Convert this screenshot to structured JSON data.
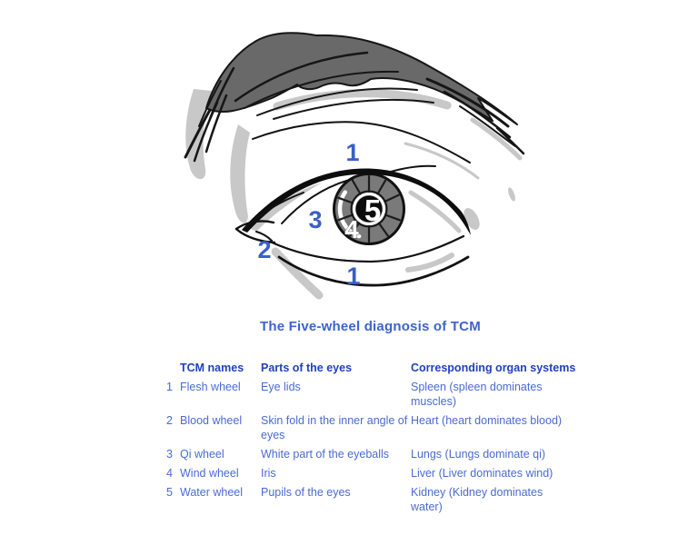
{
  "title": "The Five-wheel diagnosis of TCM",
  "eye_labels": {
    "upper_eyelid": "1",
    "lower_eyelid": "1",
    "inner_corner": "2",
    "sclera": "3",
    "iris": "4",
    "pupil": "5"
  },
  "table": {
    "headers": {
      "tcm": "TCM names",
      "parts": "Parts of the eyes",
      "organs": "Corresponding organ systems"
    },
    "rows": [
      {
        "num": "1",
        "tcm": "Flesh wheel",
        "part": "Eye lids",
        "organ": "Spleen (spleen  dominates muscles)"
      },
      {
        "num": "2",
        "tcm": "Blood wheel",
        "part": "Skin fold in the inner angle of eyes",
        "organ": "Heart (heart dominates blood)"
      },
      {
        "num": "3",
        "tcm": "Qi wheel",
        "part": "White part of the eyeballs",
        "organ": "Lungs (Lungs dominate qi)"
      },
      {
        "num": "4",
        "tcm": "Wind wheel",
        "part": "Iris",
        "organ": "Liver (Liver dominates wind)"
      },
      {
        "num": "5",
        "tcm": "Water wheel",
        "part": "Pupils of the eyes",
        "organ": "Kidney (Kidney dominates water)"
      }
    ]
  },
  "colors": {
    "label_blue": "#3a5ec8",
    "title_blue": "#3d63cd",
    "table_header_blue": "#2041be",
    "table_body_blue": "#4a6bd2",
    "brow_gray": "#696969",
    "shadow_gray": "#c8c8c8",
    "iris_gray": "#7a7a7a",
    "ink_black": "#111111"
  }
}
